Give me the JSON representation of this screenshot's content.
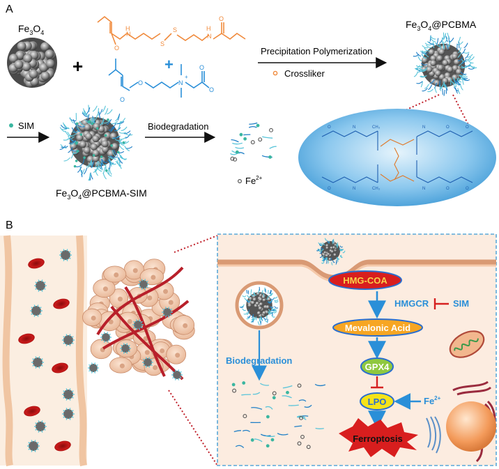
{
  "panel_a": {
    "letter": "A",
    "fe3o4": "Fe",
    "fe3o4_sub": "3",
    "fe3o4_o": "O",
    "fe3o4_sub2": "4",
    "plus": "+",
    "plus_blue": "+",
    "precipitation": "Precipitation Polymerization",
    "crossliker": "Crossliker",
    "product_fe": "Fe",
    "product_sub3": "3",
    "product_o": "O",
    "product_sub4": "4",
    "product_rest": "@PCBMA",
    "sim": "SIM",
    "biodegradation": "Biodegradation",
    "loaded_fe": "Fe",
    "loaded_sub3": "3",
    "loaded_o": "O",
    "loaded_sub4": "4",
    "loaded_rest": "@PCBMA-SIM",
    "fe2_label": "Fe",
    "fe2_sup": "2+"
  },
  "panel_b": {
    "letter": "B",
    "hmg_coa": "HMG-COA",
    "hmgcr": "HMGCR",
    "sim": "SIM",
    "mevalonic": "Mevalonic Acid",
    "gpx4": "GPX4",
    "lpo": "LPO",
    "fe2": "Fe",
    "fe2_sup": "2+",
    "ferroptosis": "Ferroptosis",
    "biodegradation": "Biodegradation"
  },
  "colors": {
    "blue": "#2a8fd8",
    "orange": "#f08a3c",
    "red": "#d62020",
    "yellow": "#f5d31b"
  }
}
